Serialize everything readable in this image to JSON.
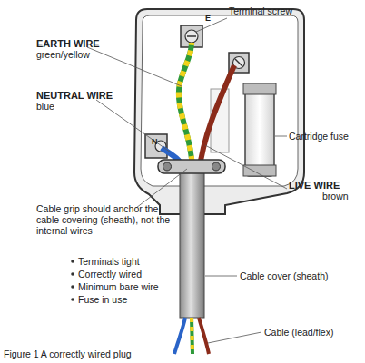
{
  "diagram": {
    "caption": "Figure 1 A correctly wired plug",
    "labels": [
      "Terminal screw",
      "EARTH WIRE",
      "green/yellow",
      "NEUTRAL WIRE",
      "blue",
      "Cartridge fuse",
      "LIVE WIRE",
      "brown",
      "Cable grip should anchor the cable covering (sheath), not the internal wires",
      "Terminals tight",
      "Correctly wired",
      "Minimum bare wire",
      "Fuse in use",
      "Cable cover (sheath)",
      "Cable (lead/flex)",
      "E",
      "N"
    ]
  }
}
